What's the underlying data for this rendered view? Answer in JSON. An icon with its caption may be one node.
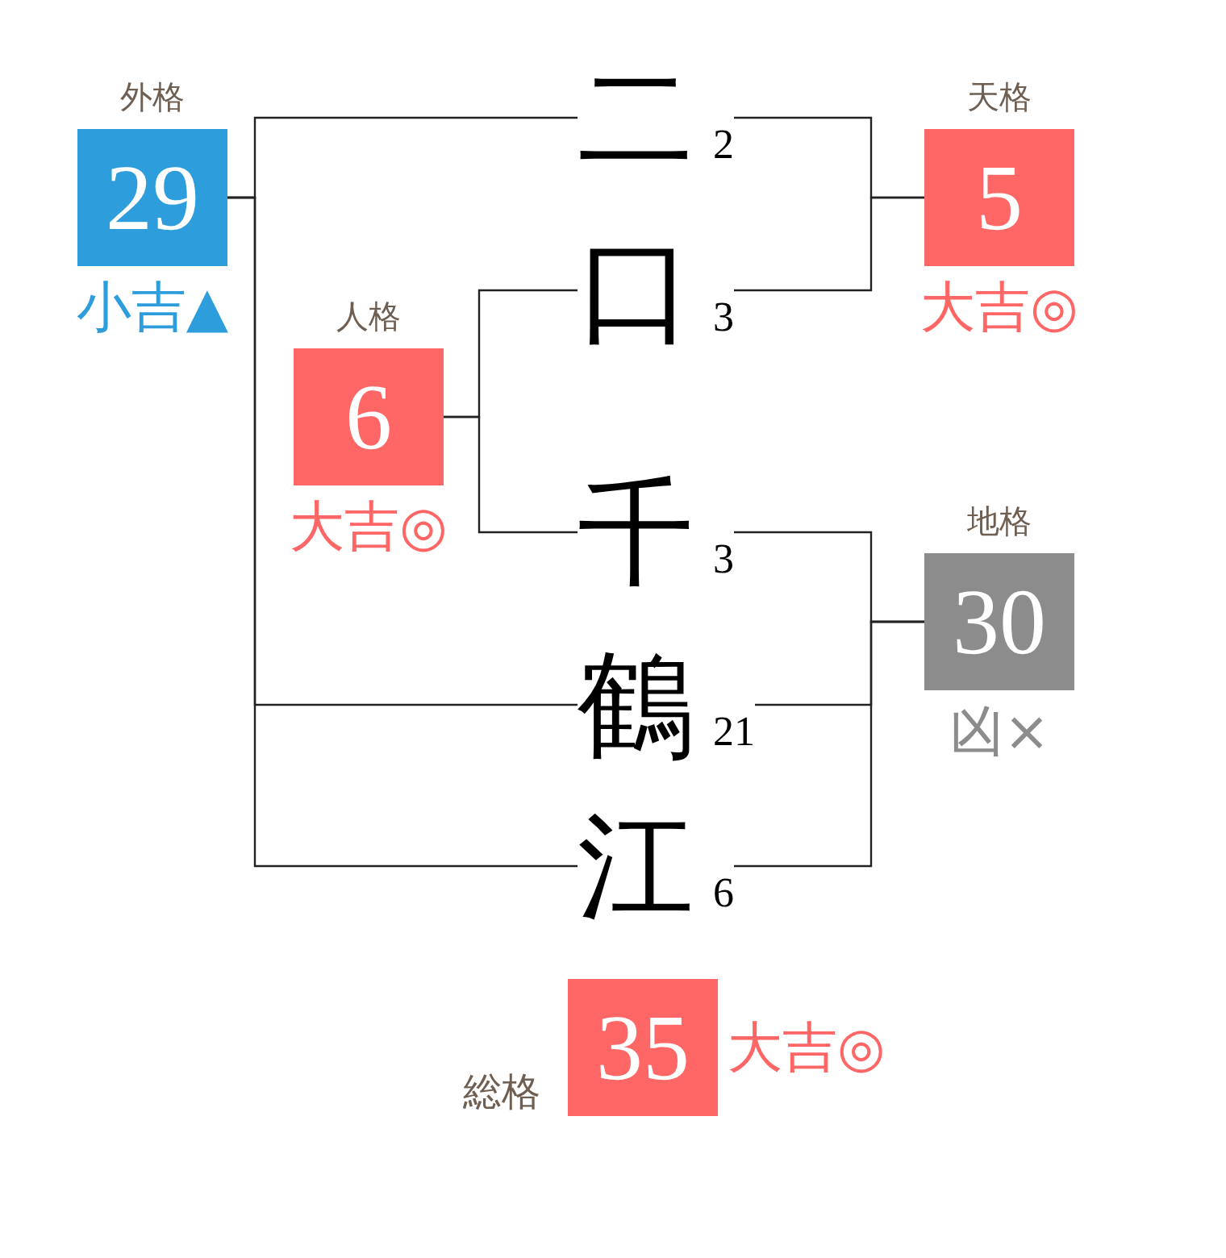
{
  "diagram": {
    "nodes": [
      {
        "text": [
          "外格",
          "29"
        ],
        "beside": [
          "小吉▲"
        ]
      },
      {
        "text": [
          "二"
        ],
        "beside": [
          "2"
        ]
      },
      {
        "text": [
          "天格",
          "5"
        ],
        "beside": [
          "大吉◎"
        ]
      },
      {
        "text": [
          "口"
        ],
        "beside": [
          "3"
        ]
      },
      {
        "text": [
          "人格",
          "6"
        ],
        "beside": [
          "大吉◎"
        ]
      },
      {
        "text": [
          "千"
        ],
        "beside": [
          "3"
        ]
      },
      {
        "text": [
          "地格",
          "30"
        ],
        "beside": [
          "凶×"
        ]
      },
      {
        "text": [
          "鶴"
        ],
        "beside": [
          "21"
        ]
      },
      {
        "text": [
          "江"
        ],
        "beside": [
          "6"
        ]
      },
      {
        "text": [
          "総格",
          "35"
        ],
        "beside": [
          "大吉◎"
        ]
      }
    ],
    "edges": [
      {
        "from": 1,
        "to": 0,
        "arrow": "none"
      },
      {
        "from": 7,
        "to": 0,
        "arrow": "none"
      },
      {
        "from": 8,
        "to": 0,
        "arrow": "none"
      },
      {
        "from": 1,
        "to": 2,
        "arrow": "none"
      },
      {
        "from": 3,
        "to": 2,
        "arrow": "none"
      },
      {
        "from": 3,
        "to": 4,
        "arrow": "none"
      },
      {
        "from": 5,
        "to": 4,
        "arrow": "none"
      },
      {
        "from": 5,
        "to": 6,
        "arrow": "none"
      },
      {
        "from": 7,
        "to": 6,
        "arrow": "none"
      },
      {
        "from": 8,
        "to": 6,
        "arrow": "none"
      }
    ]
  }
}
